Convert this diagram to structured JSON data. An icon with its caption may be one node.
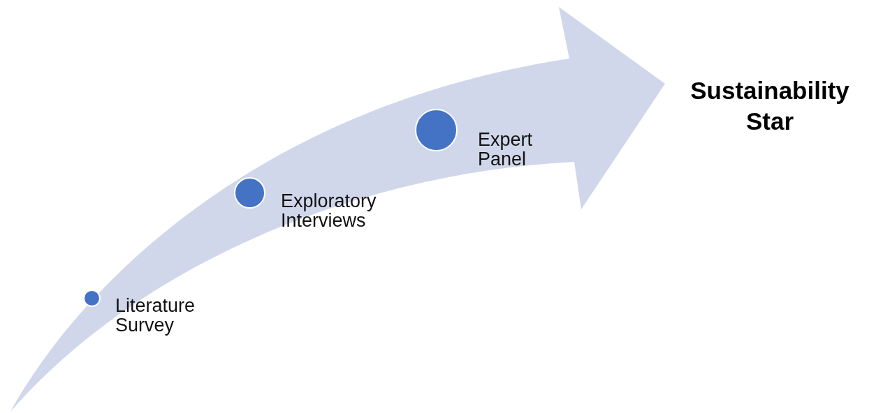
{
  "diagram": {
    "nodes": [
      {
        "text": [],
        "shape": "circle",
        "beside": [
          "Literature Survey"
        ]
      },
      {
        "text": [],
        "shape": "circle",
        "beside": [
          "Exploratory Interviews"
        ]
      },
      {
        "text": [],
        "shape": "circle",
        "beside": [
          "Expert Panel"
        ]
      },
      {
        "text": [
          "Sustainability Star"
        ]
      }
    ],
    "edges": [
      {
        "from": null,
        "to": 3,
        "arrow": "to"
      }
    ]
  }
}
